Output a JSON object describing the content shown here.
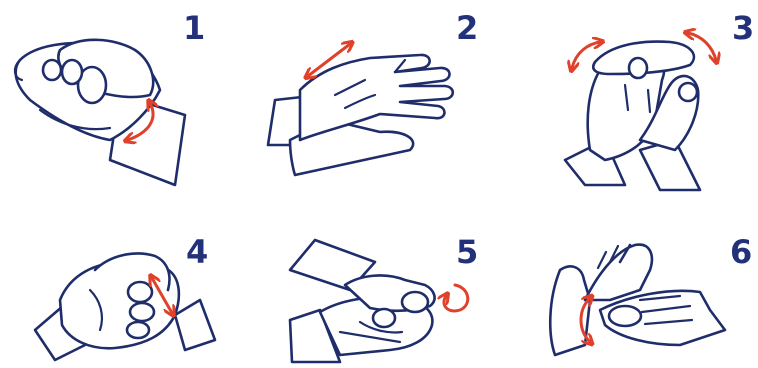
{
  "steps": [
    {
      "number": "1",
      "motion": "rotate"
    },
    {
      "number": "2",
      "motion": "back-and-forth"
    },
    {
      "number": "3",
      "motion": "rotate"
    },
    {
      "number": "4",
      "motion": "up-and-down"
    },
    {
      "number": "5",
      "motion": "circular"
    },
    {
      "number": "6",
      "motion": "up-and-down"
    }
  ],
  "colors": {
    "number": "#23307a",
    "outline": "#1f2d6b",
    "arrow": "#e0412b",
    "background": "#ffffff"
  }
}
